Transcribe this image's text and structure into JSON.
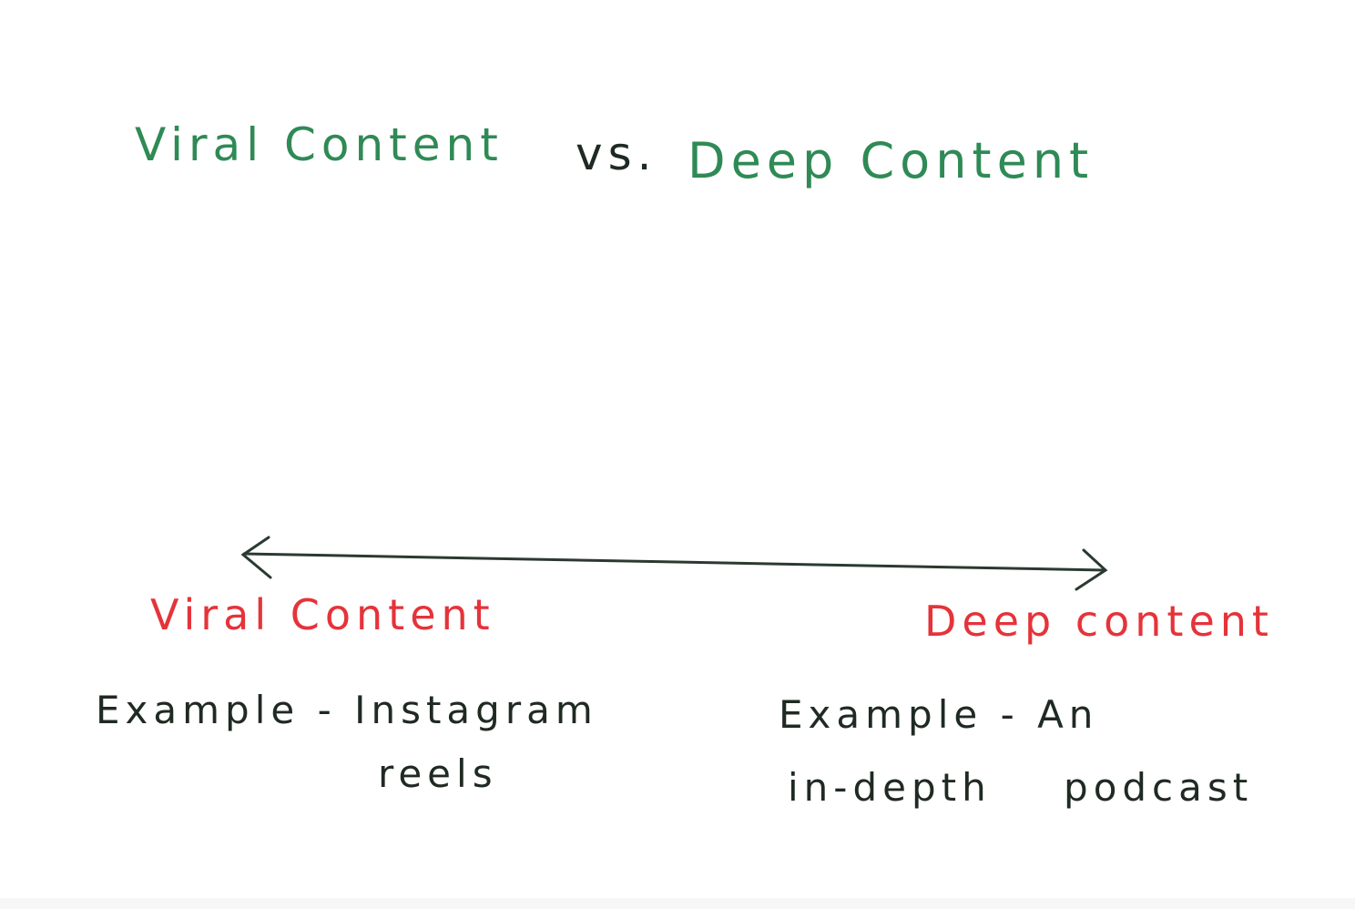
{
  "title": {
    "left": "Viral Content",
    "separator": "vs.",
    "right": "Deep Content"
  },
  "spectrum": {
    "left_label": "Viral Content",
    "right_label": "Deep content",
    "left_example_line1": "Example - Instagram",
    "left_example_line2": "reels",
    "right_example_line1": "Example - An",
    "right_example_line2": "in-depth podcast"
  },
  "colors": {
    "title": "#2f8a55",
    "labels": "#e5333a",
    "text": "#1f2a22"
  }
}
